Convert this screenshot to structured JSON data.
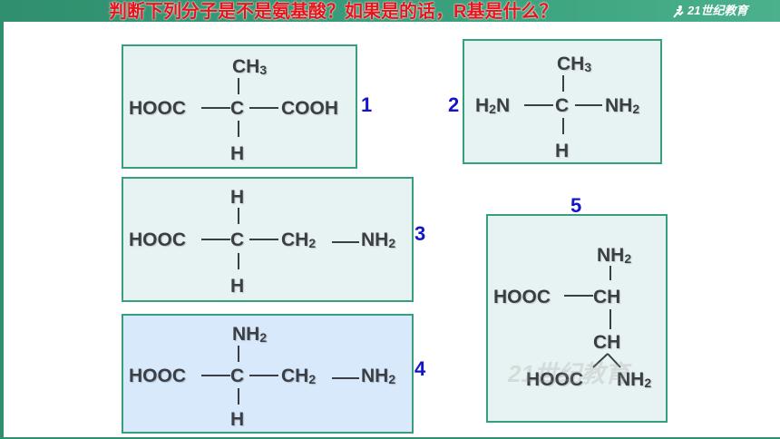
{
  "header": {
    "title": "判断下列分子是不是氨基酸？如果是的话，R基是什么？",
    "logo_text": "21世纪教育"
  },
  "molecules": [
    {
      "number": "1",
      "top": "CH3",
      "left": "HOOC",
      "center": "C",
      "right": "COOH",
      "bottom": "H"
    },
    {
      "number": "2",
      "top": "CH3",
      "left": "H2N",
      "center": "C",
      "right": "NH2",
      "bottom": "H"
    },
    {
      "number": "3",
      "top": "H",
      "left": "HOOC",
      "center": "C",
      "right1": "CH2",
      "right2": "NH2",
      "bottom": "H"
    },
    {
      "number": "4",
      "top": "NH2",
      "left": "HOOC",
      "center": "C",
      "right1": "CH2",
      "right2": "NH2",
      "bottom": "H"
    },
    {
      "number": "5",
      "top": "NH2",
      "left": "HOOC",
      "center": "CH",
      "lower": "CH",
      "lower_left": "HOOC",
      "lower_right": "NH2"
    }
  ],
  "colors": {
    "accent_green": "#36a07e",
    "title_red": "#e8141b",
    "number_blue": "#1414c8"
  },
  "watermark": "21世纪教育"
}
